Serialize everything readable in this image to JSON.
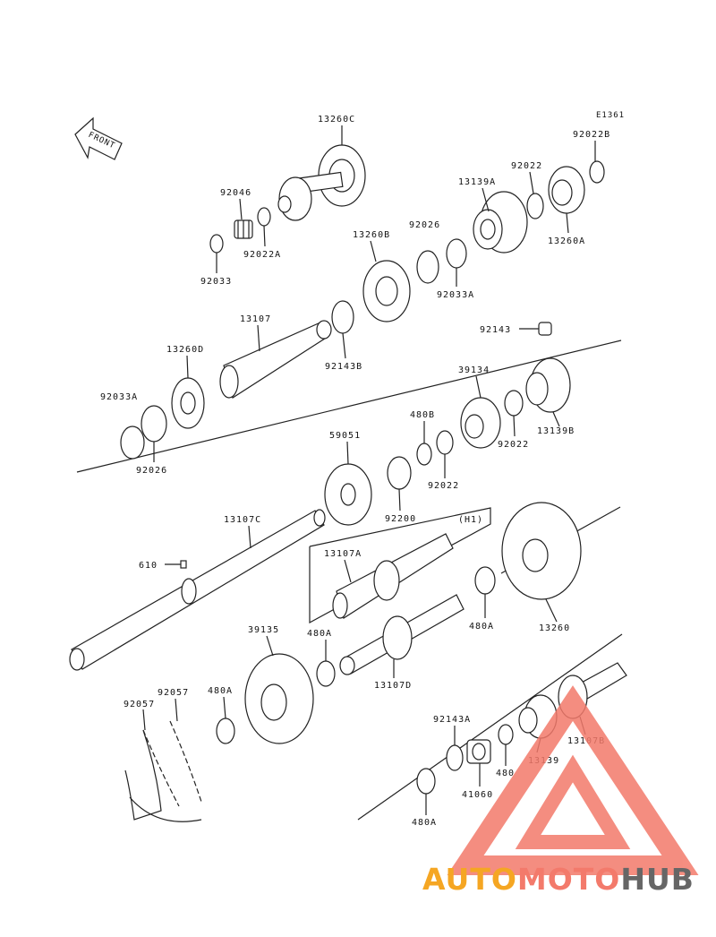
{
  "diagram_code": "E1361",
  "front_label": "FRONT",
  "group_label": "(H1)",
  "logo": {
    "part1": "AUTO",
    "part2": "MOTO",
    "part3": "HUB",
    "color1": "#f5a623",
    "color2": "#f37a6b",
    "color3": "#666666"
  },
  "labels": {
    "p13260C": "13260C",
    "p92022B": "92022B",
    "p92046": "92046",
    "p92022": "92022",
    "p13139A": "13139A",
    "p92026a": "92026",
    "p92022A": "92022A",
    "p92033": "92033",
    "p13260B": "13260B",
    "p13260A": "13260A",
    "p92033Aa": "92033A",
    "p13107": "13107",
    "p92143": "92143",
    "p13260D": "13260D",
    "p92143B": "92143B",
    "p39134": "39134",
    "p92033Ab": "92033A",
    "p480B": "480B",
    "p13139B": "13139B",
    "p92022b": "92022",
    "p59051": "59051",
    "p92026b": "92026",
    "p92022c": "92022",
    "p13107C": "13107C",
    "p92200": "92200",
    "p610": "610",
    "p13107A": "13107A",
    "p480Aa": "480A",
    "p13260": "13260",
    "p39135": "39135",
    "p480Ab": "480A",
    "p13107D": "13107D",
    "p92057a": "92057",
    "p480Ac": "480A",
    "p92057b": "92057",
    "p92143A": "92143A",
    "p13107B": "13107B",
    "p480": "480",
    "p13139": "13139",
    "p41060": "41060",
    "p480Ad": "480A"
  }
}
